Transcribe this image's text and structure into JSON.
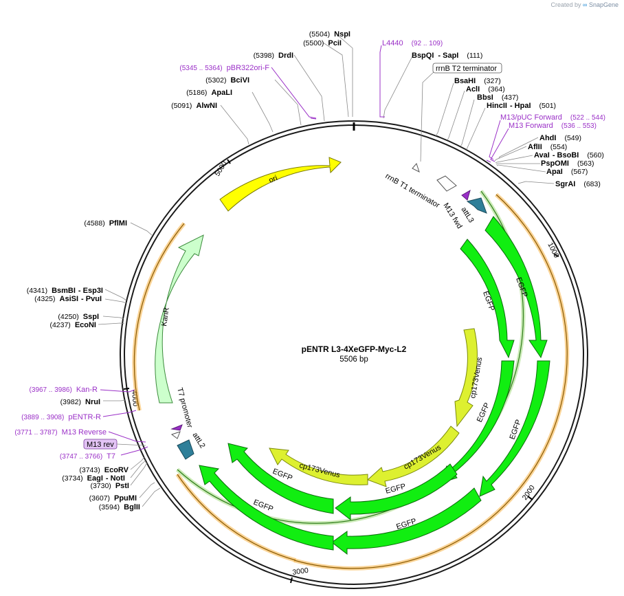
{
  "credit": {
    "prefix": "Created by",
    "brand": "SnapGene"
  },
  "plasmid": {
    "name": "pENTR L3-4XeGFP-Myc-L2",
    "length_label": "5506 bp",
    "length": 5506
  },
  "ticks": [
    {
      "bp": 1000,
      "label": "1000"
    },
    {
      "bp": 2000,
      "label": "2000"
    },
    {
      "bp": 3000,
      "label": "3000"
    },
    {
      "bp": 4000,
      "label": "4000"
    },
    {
      "bp": 5000,
      "label": "5000"
    }
  ],
  "enzymes_right": [
    {
      "pos": "(5504)",
      "name": "NspI"
    },
    {
      "pos": "(5500)",
      "name": "PciI"
    },
    {
      "pos": "(5398)",
      "name": "DrdI"
    },
    {
      "pos": "(5302)",
      "name": "BciVI"
    },
    {
      "pos": "(5186)",
      "name": "ApaLI"
    },
    {
      "pos": "(5091)",
      "name": "AlwNI"
    },
    {
      "pos": "(4588)",
      "name": "PflMI"
    },
    {
      "pos": "(4341)",
      "name": "BsmBI",
      "name2": "- Esp3I"
    },
    {
      "pos": "(4325)",
      "name": "AsiSI",
      "name2": "- PvuI"
    },
    {
      "pos": "(4250)",
      "name": "SspI"
    },
    {
      "pos": "(4237)",
      "name": "EcoNI"
    },
    {
      "pos": "(3982)",
      "name": "NruI"
    },
    {
      "pos": "(3743)",
      "name": "EcoRV"
    },
    {
      "pos": "(3734)",
      "name": "EagI",
      "name2": "- NotI"
    },
    {
      "pos": "(3730)",
      "name": "PstI"
    },
    {
      "pos": "(3607)",
      "name": "PpuMI"
    },
    {
      "pos": "(3594)",
      "name": "BglII"
    }
  ],
  "enzymes_left": [
    {
      "name": "BspQI",
      "name2": "- SapI",
      "pos": "(111)"
    },
    {
      "name": "BsaHI",
      "pos": "(327)"
    },
    {
      "name": "AclI",
      "pos": "(364)"
    },
    {
      "name": "BbsI",
      "pos": "(437)"
    },
    {
      "name": "HincII",
      "name2": "- HpaI",
      "pos": "(501)"
    },
    {
      "name": "AhdI",
      "pos": "(549)"
    },
    {
      "name": "AflII",
      "pos": "(554)"
    },
    {
      "name": "AvaI",
      "name2": "- BsoBI",
      "pos": "(560)"
    },
    {
      "name": "PspOMI",
      "pos": "(563)"
    },
    {
      "name": "ApaI",
      "pos": "(567)"
    },
    {
      "name": "SgrAI",
      "pos": "(683)"
    }
  ],
  "primers": [
    {
      "name": "L4440",
      "range": "(92 .. 109)"
    },
    {
      "name": "pBR322ori-F",
      "range": "(5345 .. 5364)"
    },
    {
      "name": "M13/pUC Forward",
      "range": "(522 .. 544)"
    },
    {
      "name": "M13 Forward",
      "range": "(536 .. 553)"
    },
    {
      "name": "Kan-R",
      "range": "(3967 .. 3986)"
    },
    {
      "name": "pENTR-R",
      "range": "(3889 .. 3908)"
    },
    {
      "name": "M13 Reverse",
      "range": "(3771 .. 3787)"
    },
    {
      "name": "T7",
      "range": "(3747 .. 3766)"
    }
  ],
  "boxed_labels": {
    "rrnb_t2": "rrnB T2 terminator",
    "m13_rev": "M13 rev"
  },
  "features": {
    "ori": "ori",
    "kanr": "KanR",
    "egfp": "EGFP",
    "cp173venus": "cp173Venus",
    "rrnb_t1": "rrnB T1 terminator",
    "m13_fwd": "M13 fwd",
    "attl3": "attL3",
    "attl2": "attL2",
    "t7_promoter": "T7 promoter"
  },
  "colors": {
    "backbone": "#1a1a1a",
    "ori": "#ffff00",
    "kanr": "#ccffcc",
    "egfp": "#11ee11",
    "venus": "#ddf030",
    "att": "#2f7f99",
    "primer": "#9a2fc7",
    "orf_orange": "#f5b042",
    "orf_green": "#2f7d1a"
  }
}
